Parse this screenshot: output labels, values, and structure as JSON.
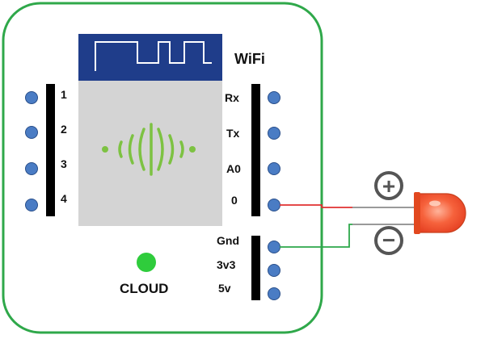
{
  "module": {
    "wifi_label": "WiFi",
    "cloud_label": "CLOUD",
    "chip_color": "#1f3d8a",
    "chip_body_color": "#d4d4d4",
    "signal_color": "#7dc242",
    "cloud_led_color": "#2fcc3c",
    "pin_color": "#4a7cc4"
  },
  "left_header": {
    "pins": [
      "1",
      "2",
      "3",
      "4"
    ]
  },
  "right_header_top": {
    "pins": [
      "Rx",
      "Tx",
      "A0",
      "0"
    ]
  },
  "right_header_bottom": {
    "pins": [
      "Gnd",
      "3v3",
      "5v"
    ]
  },
  "led": {
    "color": "#f04a2a",
    "positive_symbol": "+",
    "negative_symbol": "−",
    "wire_positive_color": "#e03030",
    "wire_negative_color": "#2da84a"
  }
}
